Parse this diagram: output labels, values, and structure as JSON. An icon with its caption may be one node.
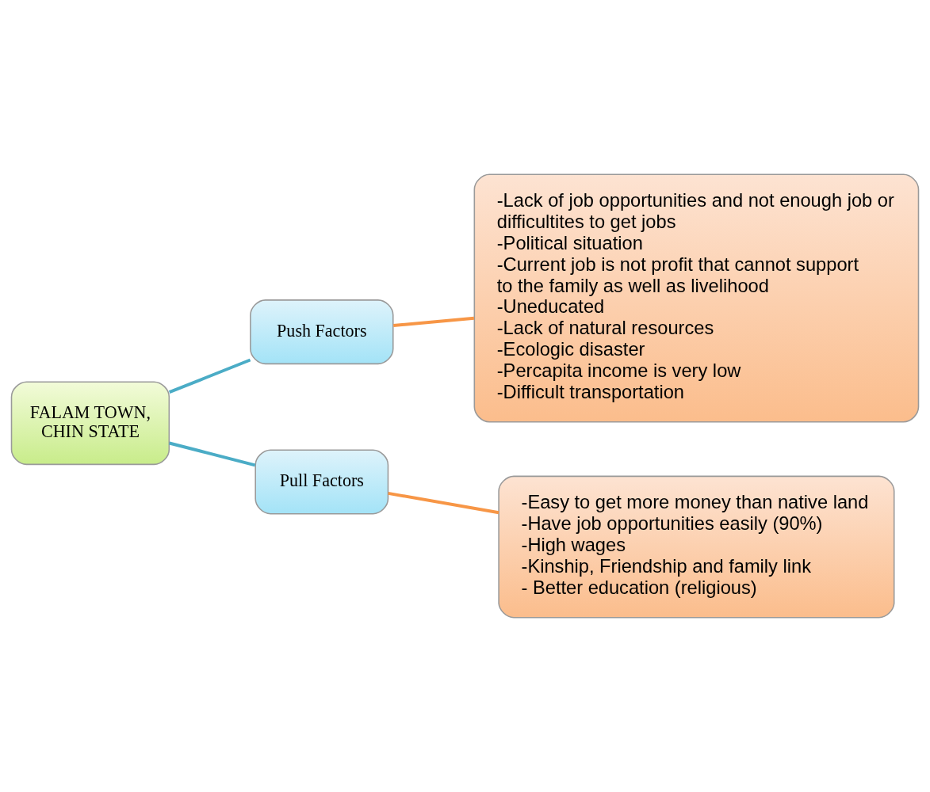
{
  "diagram": {
    "nodes": [
      {
        "text": [
          "FALAM TOWN, CHIN STATE"
        ]
      },
      {
        "text": [
          "Push Factors"
        ]
      },
      {
        "text": [
          "-Lack of job opportunities and not enough job or difficultites to get jobs",
          "-Political situation",
          "-Current job is not profit that cannot support to the family as well as livelihood",
          "-Uneducated",
          "-Lack of natural resources",
          "-Ecologic disaster",
          "-Percapita income is very low",
          "-Difficult transportation"
        ]
      },
      {
        "text": [
          "Pull Factors"
        ]
      },
      {
        "text": [
          "-Easy to get more money than native land",
          "-Have job opportunities easily (90%)",
          "-High wages",
          "-Kinship, Friendship and family link",
          "- Better education (religious)"
        ]
      }
    ],
    "edges": [
      {
        "from": 0,
        "to": 1,
        "arrow": "none",
        "color": "#4bacc6"
      },
      {
        "from": 0,
        "to": 3,
        "arrow": "none",
        "color": "#4bacc6"
      },
      {
        "from": 1,
        "to": 2,
        "arrow": "none",
        "color": "#f79646"
      },
      {
        "from": 3,
        "to": 4,
        "arrow": "none",
        "color": "#f79646"
      }
    ]
  }
}
